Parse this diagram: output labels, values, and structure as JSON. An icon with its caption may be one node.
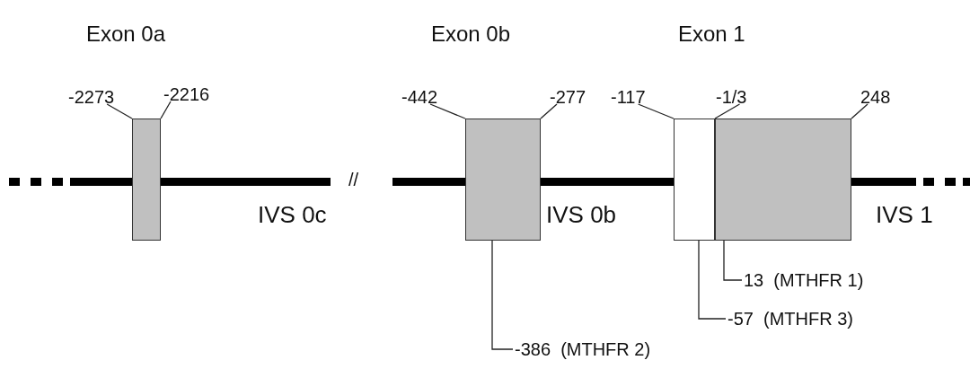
{
  "diagram": {
    "nodes": [
      {
        "text": [
          "-2273"
        ]
      },
      {
        "text": [
          "-2216"
        ]
      },
      {
        "text": [
          "-442"
        ]
      },
      {
        "text": [
          "-277"
        ]
      },
      {
        "text": [
          "-117"
        ]
      },
      {
        "text": [
          "-1/3"
        ]
      },
      {
        "text": [
          "248"
        ]
      },
      {
        "text": [],
        "shape": "box"
      },
      {
        "text": [],
        "shape": "box"
      },
      {
        "text": [],
        "shape": "box"
      },
      {
        "text": [],
        "shape": "box"
      },
      {
        "text": [
          "13  (MTHFR 1)"
        ]
      },
      {
        "text": [
          "-57  (MTHFR 3)"
        ]
      },
      {
        "text": [
          "-386  (MTHFR 2)"
        ]
      }
    ],
    "edges": [
      {
        "from": 0,
        "to": 7,
        "arrow": "none"
      },
      {
        "from": 1,
        "to": 7,
        "arrow": "none"
      },
      {
        "from": 2,
        "to": 8,
        "arrow": "none"
      },
      {
        "from": 3,
        "to": 8,
        "arrow": "none"
      },
      {
        "from": 4,
        "to": 9,
        "arrow": "none"
      },
      {
        "from": 5,
        "to": 10,
        "arrow": "none"
      },
      {
        "from": 6,
        "to": 10,
        "arrow": "none"
      },
      {
        "from": 11,
        "to": 10,
        "arrow": "none"
      },
      {
        "from": 12,
        "to": 9,
        "arrow": "none"
      },
      {
        "from": 13,
        "to": 8,
        "arrow": "none"
      }
    ],
    "labels": [
      "Exon 0a",
      "Exon 0b",
      "Exon 1",
      "//",
      "IVS 0c",
      "IVS 0b",
      "IVS 1"
    ]
  }
}
